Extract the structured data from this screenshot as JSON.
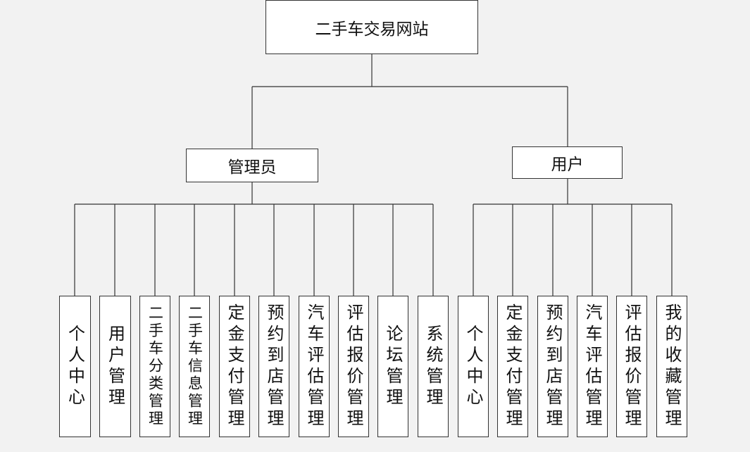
{
  "diagram": {
    "root": {
      "label": "二手车交易网站"
    },
    "groups": [
      {
        "label": "管理员",
        "items": [
          "个人中心",
          "用户管理",
          "二手车分类管理",
          "二手车信息管理",
          "定金支付管理",
          "预约到店管理",
          "汽车评估管理",
          "评估报价管理",
          "论坛管理",
          "系统管理"
        ]
      },
      {
        "label": "用户",
        "items": [
          "个人中心",
          "定金支付管理",
          "预约到店管理",
          "汽车评估管理",
          "评估报价管理",
          "我的收藏管理"
        ]
      }
    ]
  }
}
